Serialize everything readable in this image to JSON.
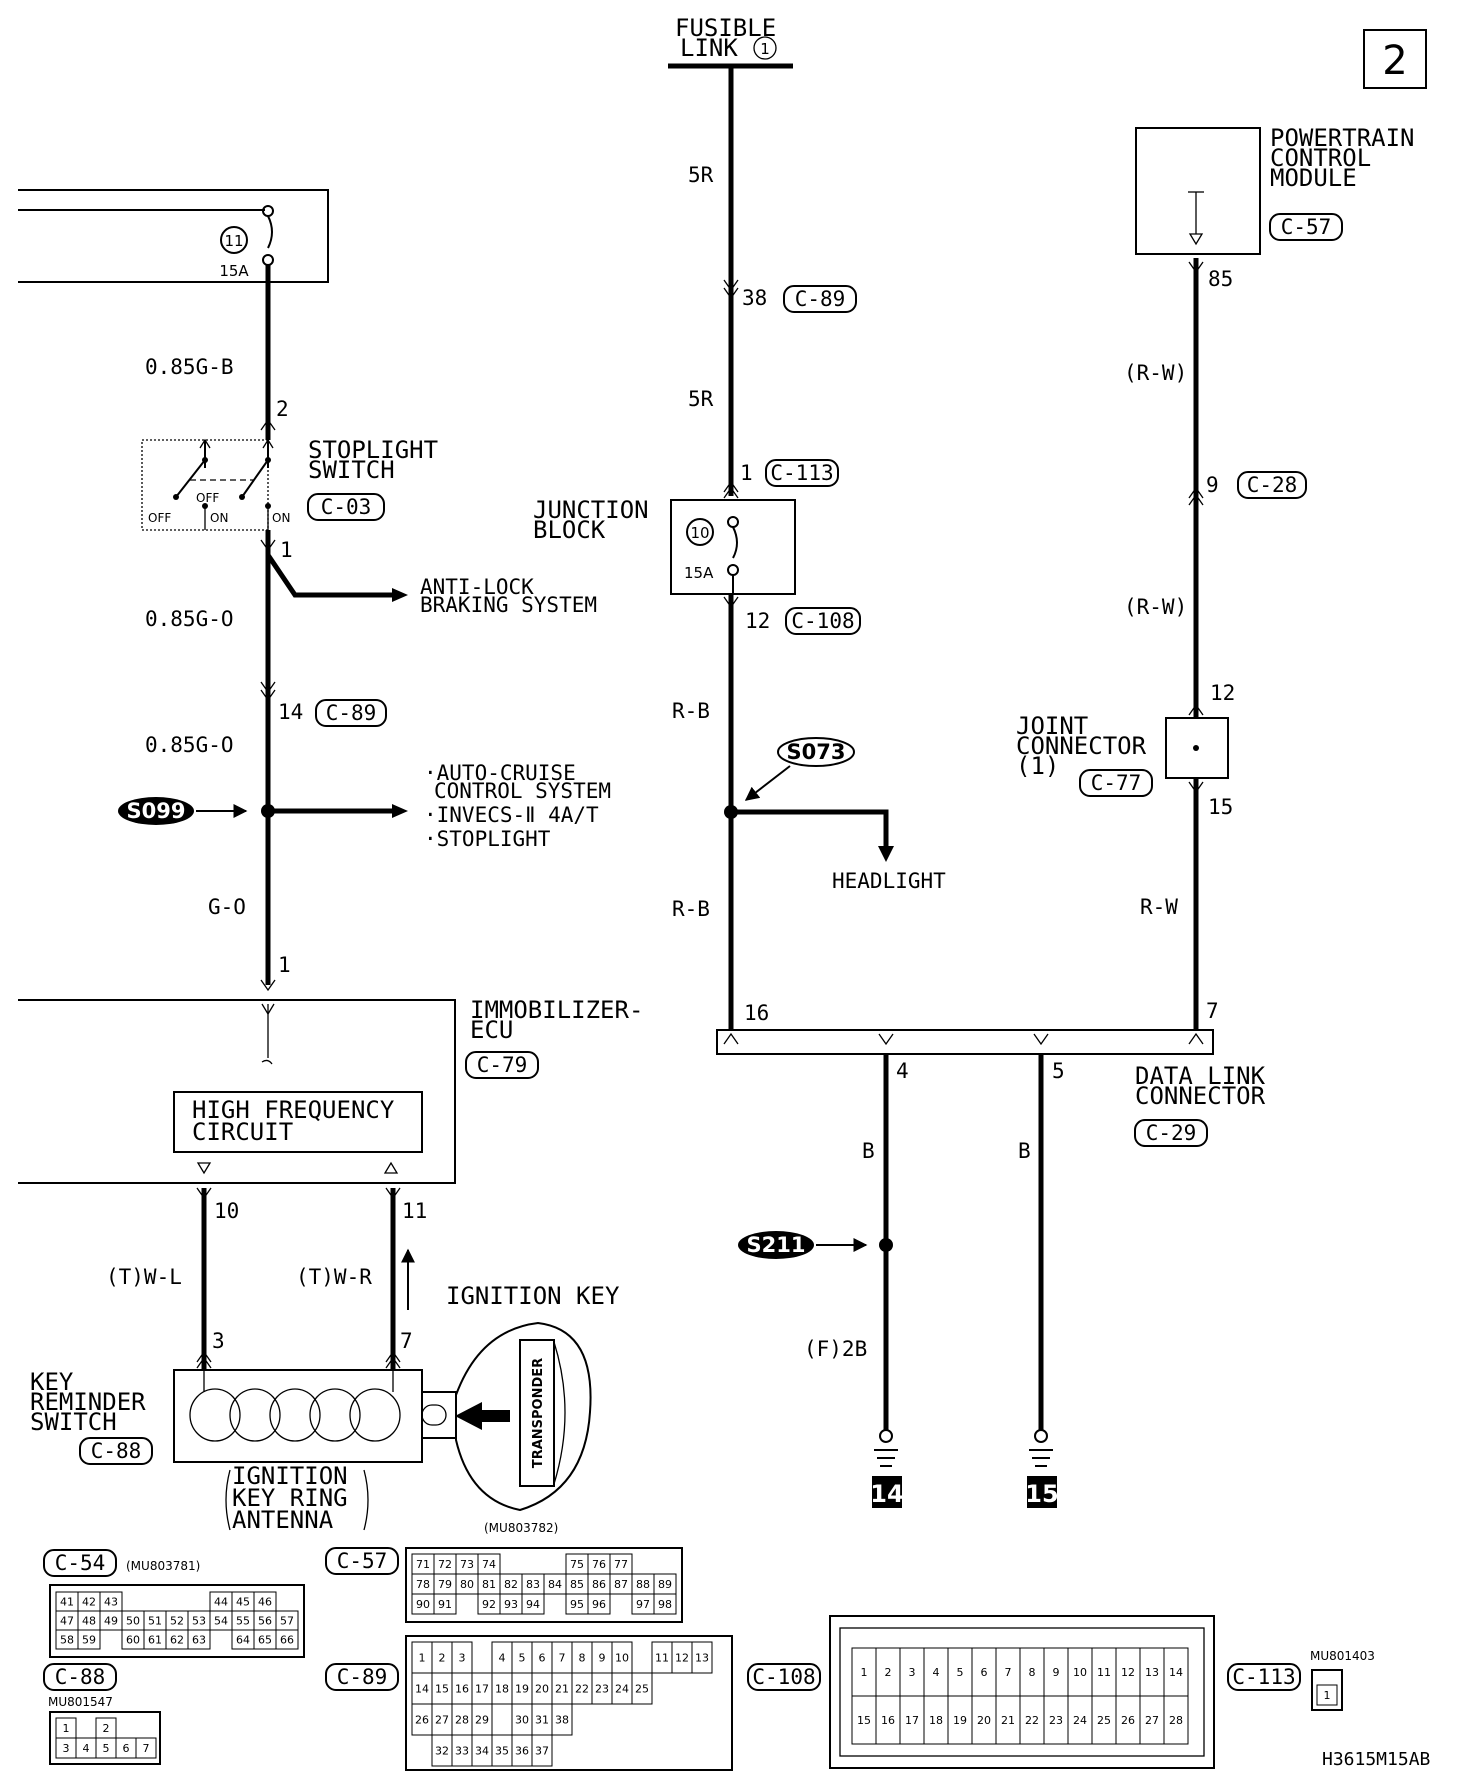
{
  "page_number": "2",
  "diagram_code": "H3615M15AB",
  "fusible_link": {
    "line1": "FUSIBLE",
    "line2": "LINK",
    "num": "1"
  },
  "fuse11": {
    "num": "11",
    "amps": "15A"
  },
  "fuse10": {
    "num": "10",
    "amps": "15A"
  },
  "wires": {
    "w_085gb": "0.85G-B",
    "w_085go_1": "0.85G-O",
    "w_085go_2": "0.85G-O",
    "w_go": "G-O",
    "w_5r_1": "5R",
    "w_5r_2": "5R",
    "w_rb_1": "R-B",
    "w_rb_2": "R-B",
    "w_rw_1": "(R-W)",
    "w_rw_2": "(R-W)",
    "w_rw_3": "R-W",
    "w_b_1": "B",
    "w_b_2": "B",
    "w_f2b": "(F)2B",
    "w_twl": "(T)W-L",
    "w_twr": "(T)W-R"
  },
  "pins": {
    "sw_2": "2",
    "sw_1": "1",
    "c89_14": "14",
    "ecu_1": "1",
    "c89_38": "38",
    "c113_1": "1",
    "c108_12": "12",
    "pcm_85": "85",
    "c28_9": "9",
    "jc_12": "12",
    "jc_15": "15",
    "dl_16": "16",
    "dl_7": "7",
    "dl_4": "4",
    "dl_5": "5",
    "ecu_10": "10",
    "ecu_11": "11",
    "krs_3": "3",
    "krs_7": "7"
  },
  "connectors": {
    "c03": "C-03",
    "c89_a": "C-89",
    "c89_b": "C-89",
    "c113": "C-113",
    "c108": "C-108",
    "c57": "C-57",
    "c28": "C-28",
    "c77": "C-77",
    "c29": "C-29",
    "c79": "C-79",
    "c88": "C-88"
  },
  "stoplight_switch": {
    "line1": "STOPLIGHT",
    "line2": "SWITCH",
    "off": "OFF",
    "on": "ON"
  },
  "junction_block": {
    "line1": "JUNCTION",
    "line2": "BLOCK"
  },
  "pcm": {
    "line1": "POWERTRAIN",
    "line2": "CONTROL",
    "line3": "MODULE"
  },
  "joint_connector": {
    "line1": "JOINT",
    "line2": "CONNECTOR",
    "line3": "(1)"
  },
  "data_link": {
    "line1": "DATA LINK",
    "line2": "CONNECTOR"
  },
  "immobilizer": {
    "line1": "IMMOBILIZER-",
    "line2": "ECU"
  },
  "hf_circuit": {
    "line1": "HIGH FREQUENCY",
    "line2": "CIRCUIT"
  },
  "key_reminder": {
    "line1": "KEY",
    "line2": "REMINDER",
    "line3": "SWITCH"
  },
  "antenna": {
    "line1": "IGNITION",
    "line2": "KEY RING",
    "line3": "ANTENNA"
  },
  "ignition_key": "IGNITION KEY",
  "transponder": "TRANSPONDER",
  "abs": {
    "line1": "ANTI-LOCK",
    "line2": "BRAKING SYSTEM"
  },
  "s099_targets": {
    "line1": "·AUTO-CRUISE",
    "line2": "CONTROL SYSTEM",
    "line3": "·INVECS-Ⅱ 4A/T",
    "line4": "·STOPLIGHT"
  },
  "headlight": "HEADLIGHT",
  "splices": {
    "s099": "S099",
    "s073": "S073",
    "s211": "S211"
  },
  "grounds": {
    "g14": "14",
    "g15": "15"
  },
  "views": {
    "c54": {
      "label": "C-54",
      "part": "(MU803781)"
    },
    "c57": {
      "label": "C-57",
      "part": "(MU803782)"
    },
    "c88": {
      "label": "C-88",
      "part": "MU801547"
    },
    "c89": {
      "label": "C-89"
    },
    "c108": {
      "label": "C-108"
    },
    "c113": {
      "label": "C-113",
      "part": "MU801403"
    }
  },
  "pinouts": {
    "c54": [
      [
        "41",
        "42",
        "43",
        "",
        "",
        "",
        "",
        "44",
        "45",
        "46"
      ],
      [
        "47",
        "48",
        "49",
        "50",
        "51",
        "52",
        "53",
        "54",
        "55",
        "56",
        "57"
      ],
      [
        "58",
        "59",
        "",
        "60",
        "61",
        "62",
        "63",
        "",
        "64",
        "65",
        "66"
      ]
    ],
    "c57": [
      [
        "71",
        "72",
        "73",
        "74",
        "",
        "",
        "",
        "75",
        "76",
        "77"
      ],
      [
        "78",
        "79",
        "80",
        "81",
        "82",
        "83",
        "84",
        "85",
        "86",
        "87",
        "88",
        "89"
      ],
      [
        "90",
        "91",
        "",
        "92",
        "93",
        "94",
        "",
        "95",
        "96",
        "",
        "97",
        "98"
      ]
    ],
    "c88": [
      [
        "1",
        "",
        "2"
      ],
      [
        "3",
        "4",
        "5",
        "6",
        "7"
      ]
    ],
    "c89": [
      [
        "1",
        "2",
        "3",
        "",
        "4",
        "5",
        "6",
        "7",
        "8",
        "9",
        "10",
        "",
        "11",
        "12",
        "13"
      ],
      [
        "14",
        "15",
        "16",
        "17",
        "18",
        "19",
        "20",
        "21",
        "22",
        "23",
        "24",
        "25"
      ],
      [
        "26",
        "27",
        "28",
        "29",
        "",
        "30",
        "31",
        "38"
      ],
      [
        "",
        "32",
        "33",
        "34",
        "35",
        "36",
        "37"
      ]
    ],
    "c108": [
      [
        "1",
        "2",
        "3",
        "4",
        "5",
        "6",
        "7",
        "8",
        "9",
        "10",
        "11",
        "12",
        "13",
        "14"
      ],
      [
        "15",
        "16",
        "17",
        "18",
        "19",
        "20",
        "21",
        "22",
        "23",
        "24",
        "25",
        "26",
        "27",
        "28"
      ]
    ],
    "c113": [
      "1"
    ]
  }
}
